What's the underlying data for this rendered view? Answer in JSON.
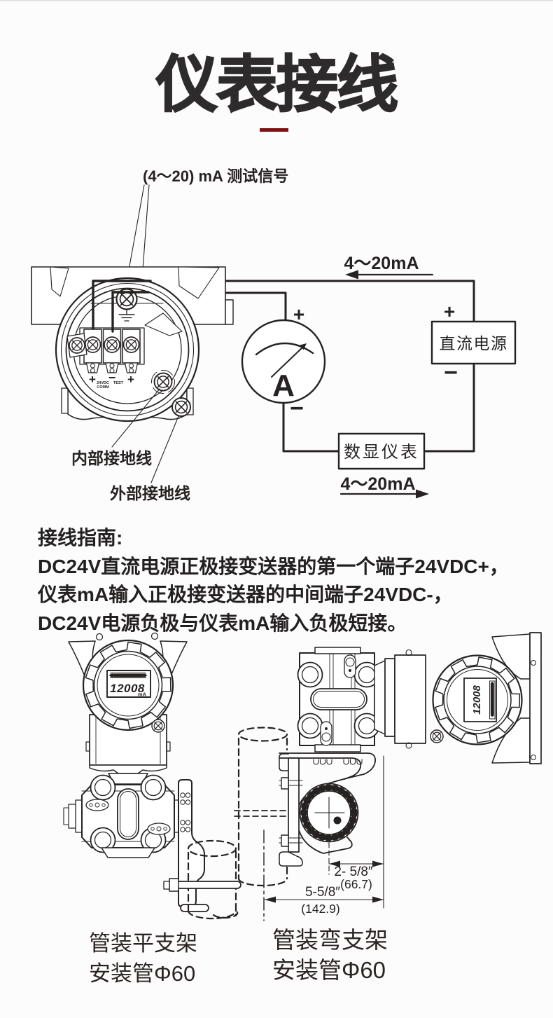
{
  "title": "仪表接线",
  "wiring": {
    "test_signal": "(4～20) mA 测试信号",
    "ma_top": "4～20mA",
    "ma_bottom": "4～20mA",
    "dc_power": "直流电源",
    "digital_meter": "数显仪表",
    "ammeter": "A",
    "plus": "+",
    "minus": "−",
    "terminal_plus": "+",
    "terminal_minus": "−",
    "terminal_label_1": "24VDC",
    "terminal_label_2": "COMM",
    "terminal_label_3": "TEST",
    "internal_ground": "内部接地线",
    "external_ground": "外部接地线"
  },
  "guide": {
    "heading": "接线指南:",
    "line1": "DC24V直流电源正极接变送器的第一个端子24VDC+，",
    "line2": "仪表mA输入正极接变送器的中间端子24VDC-，",
    "line3": "DC24V电源负极与仪表mA输入负极短接。"
  },
  "mounting": {
    "lcd_value": "12008",
    "lcd_unit": "mA",
    "dim_small": "2- 5/8″",
    "dim_small_mm": "(66.7)",
    "dim_large": "5-5/8″",
    "dim_large_mm": "(142.9)",
    "caption_flat_1": "管装平支架",
    "caption_flat_2": "安装管Φ60",
    "caption_bent_1": "管装弯支架",
    "caption_bent_2": "安装管Φ60"
  },
  "colors": {
    "ink": "#262222",
    "accent": "#7e0f12"
  }
}
